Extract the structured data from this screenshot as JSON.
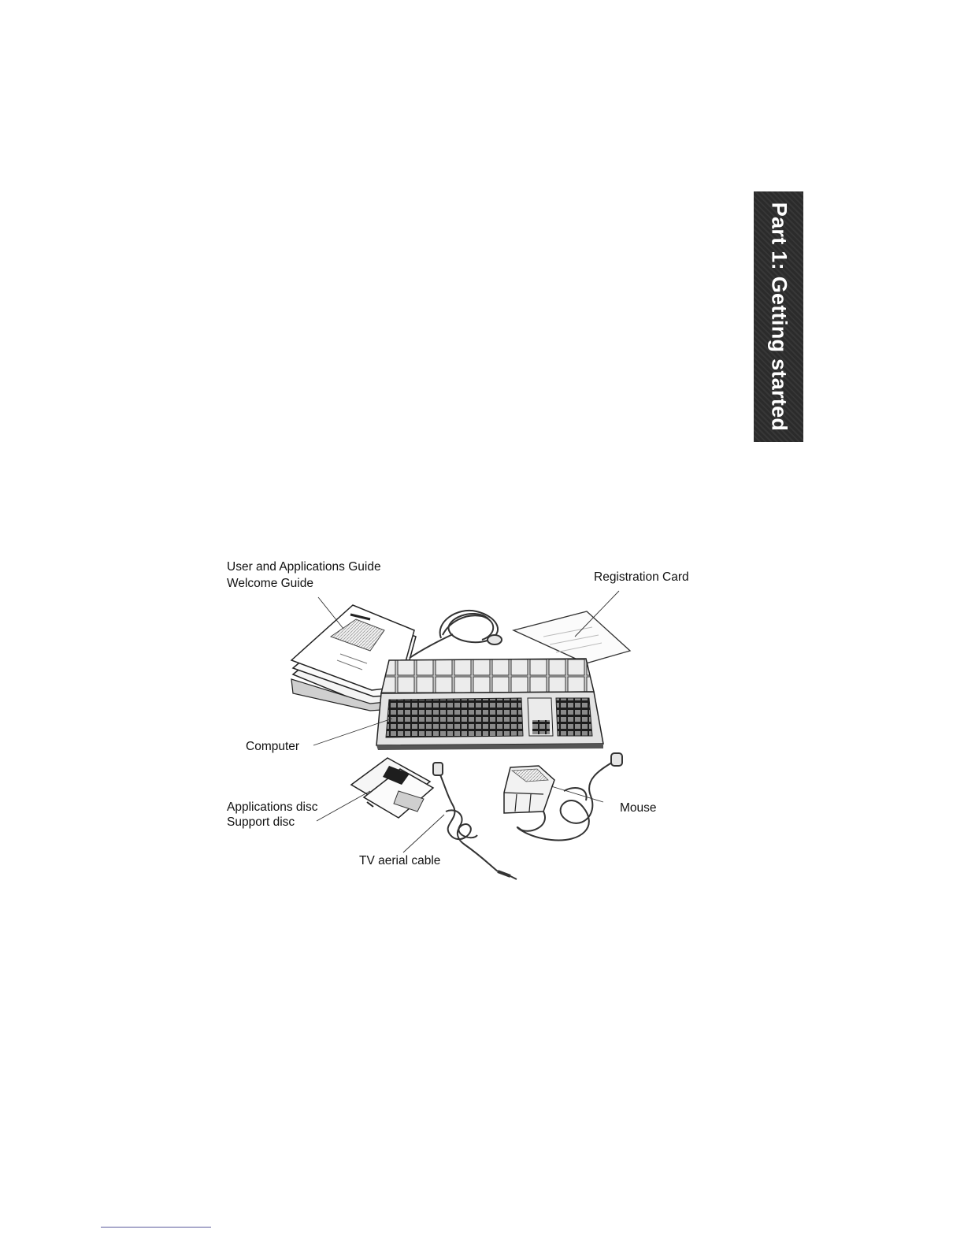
{
  "section_tab": {
    "text": "Part 1: Getting started"
  },
  "figure": {
    "labels": {
      "user_guide": "User and Applications Guide",
      "welcome_guide": "Welcome Guide",
      "registration_card": "Registration Card",
      "computer": "Computer",
      "applications_disc": "Applications disc",
      "support_disc": "Support disc",
      "tv_aerial_cable": "TV aerial cable",
      "mouse": "Mouse"
    }
  }
}
